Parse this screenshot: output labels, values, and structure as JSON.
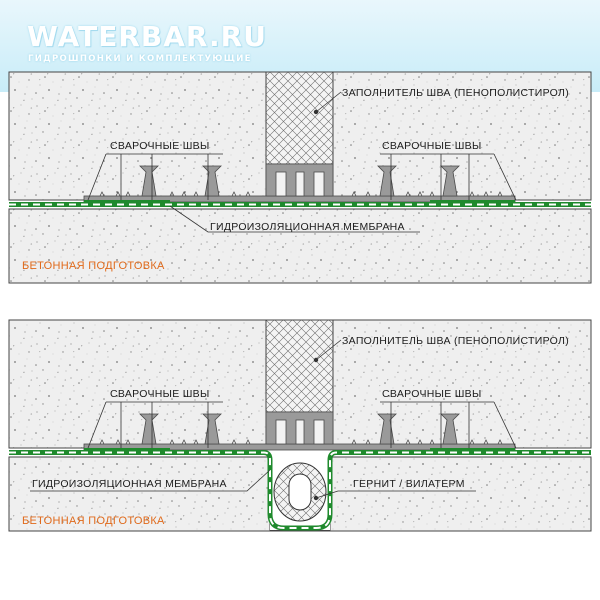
{
  "header": {
    "brand": "WATERBAR.RU",
    "tagline": "ГИДРОШПОНКИ И КОМПЛЕКТУЮЩИЕ"
  },
  "diagram_top": {
    "filler_label": "ЗАПОЛНИТЕЛЬ ШВА  (ПЕНОПОЛИСТИРОЛ)",
    "welds_left_label": "СВАРОЧНЫЕ  ШВЫ",
    "welds_right_label": "СВАРОЧНЫЕ  ШВЫ",
    "membrane_label": "ГИДРОИЗОЛЯЦИОННАЯ  МЕМБРАНА",
    "concrete_label": "БЕТОННАЯ ПОДГОТОВКА"
  },
  "diagram_bottom": {
    "filler_label": "ЗАПОЛНИТЕЛЬ ШВА  (ПЕНОПОЛИСТИРОЛ)",
    "welds_left_label": "СВАРОЧНЫЕ  ШВЫ",
    "welds_right_label": "СВАРОЧНЫЕ  ШВЫ",
    "membrane_label": "ГИДРОИЗОЛЯЦИОННАЯ  МЕМБРАНА",
    "gernit_label": "ГЕРНИТ / ВИЛАТЕРМ",
    "concrete_label": "БЕТОННАЯ ПОДГОТОВКА"
  },
  "colors": {
    "concrete": "#eeeeee",
    "membrane": "#1f8a2d",
    "membrane_dash": "#ffffff",
    "waterstop": "#9a9a9a",
    "label_orange": "#e06a1b",
    "banner": "#c8ecf8"
  }
}
